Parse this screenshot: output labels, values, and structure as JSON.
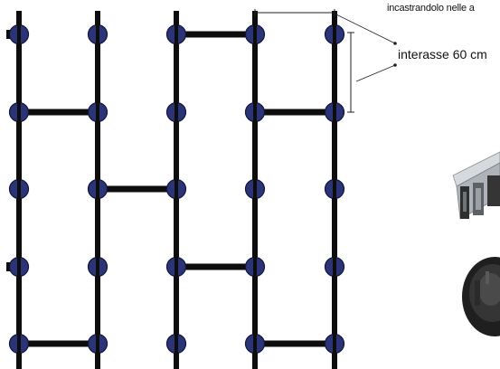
{
  "diagram": {
    "caption_top": "incastrandolo nelle a",
    "spacing_label": "interasse 60 cm",
    "colors": {
      "beam": "#0d0d0d",
      "node_fill": "#2b3477",
      "node_stroke": "#11163a",
      "dimension_line": "#222222",
      "photo_metal": "#b9bec3",
      "photo_dark": "#2a2a2a"
    },
    "grid": {
      "columns": 5,
      "rows": 5,
      "row_connections": [
        {
          "row": 1,
          "from_col": 3,
          "to_col": 4
        },
        {
          "row": 2,
          "from_col": 1,
          "to_col": 2
        },
        {
          "row": 2,
          "from_col": 4,
          "to_col": 5
        },
        {
          "row": 3,
          "from_col": 2,
          "to_col": 3
        },
        {
          "row": 4,
          "from_col": 3,
          "to_col": 4
        },
        {
          "row": 5,
          "from_col": 1,
          "to_col": 2
        },
        {
          "row": 5,
          "from_col": 4,
          "to_col": 5
        }
      ],
      "stubs": [
        {
          "row": 1,
          "col": 1
        },
        {
          "row": 4,
          "col": 1
        }
      ]
    },
    "photo_icons": [
      "aluminium-profile-image",
      "round-pad-image"
    ]
  }
}
